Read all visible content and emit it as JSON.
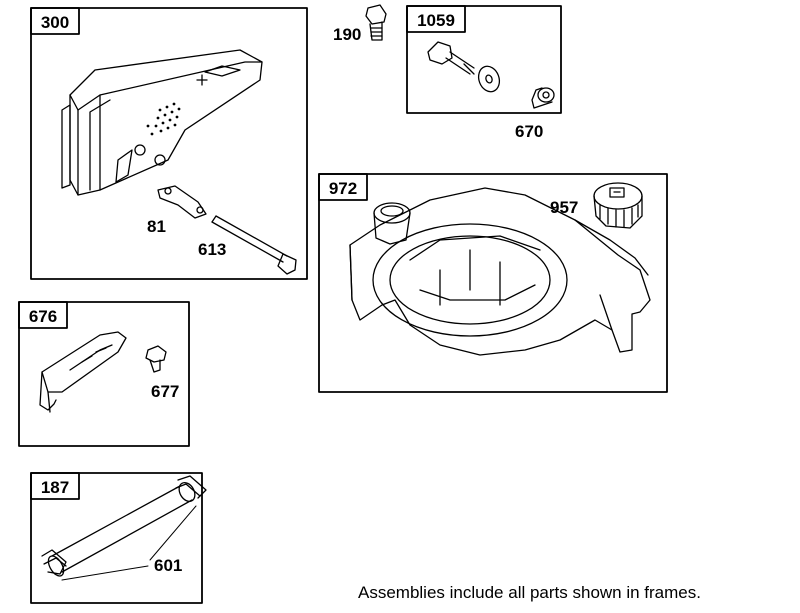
{
  "frames": [
    {
      "id": "300"
    },
    {
      "id": "1059"
    },
    {
      "id": "972"
    },
    {
      "id": "676"
    },
    {
      "id": "187"
    }
  ],
  "callouts": {
    "c190": "190",
    "c670": "670",
    "c957": "957",
    "c81": "81",
    "c613": "613",
    "c677": "677",
    "c601": "601"
  },
  "footer": "Assemblies include all parts shown in frames."
}
